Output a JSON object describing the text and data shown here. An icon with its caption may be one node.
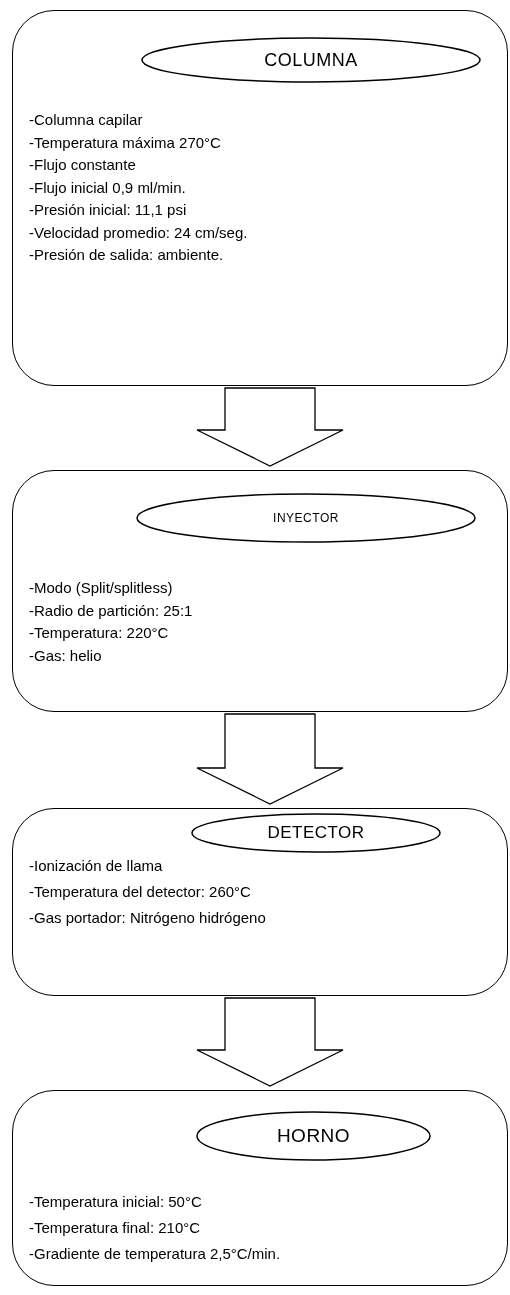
{
  "diagram": {
    "nodes": [
      {
        "text": [
          "-Columna capilar",
          "-Temperatura máxima 270°C",
          "-Flujo constante",
          "-Flujo inicial 0,9 ml/min.",
          "-Presión inicial: 11,1 psi",
          "-Velocidad promedio: 24 cm/seg.",
          "-Presión de salida: ambiente."
        ]
      },
      {
        "text": [
          "COLUMNA"
        ],
        "in": 0
      },
      {
        "text": [
          "-Modo (Split/splitless)",
          "-Radio de partición: 25:1",
          "-Temperatura: 220°C",
          "-Gas: helio"
        ]
      },
      {
        "text": [
          "INYECTOR"
        ],
        "in": 2
      },
      {
        "text": [
          "-Ionización de llama",
          "-Temperatura del detector: 260°C",
          "-Gas portador: Nitrógeno hidrógeno"
        ]
      },
      {
        "text": [
          "DETECTOR"
        ],
        "in": 4
      },
      {
        "text": [
          "-Temperatura inicial: 50°C",
          "-Temperatura final: 210°C",
          "-Gradiente de temperatura 2,5°C/min."
        ]
      },
      {
        "text": [
          "HORNO"
        ],
        "in": 6
      }
    ],
    "edges": [
      {
        "from": 0,
        "to": 2,
        "arrow": "to"
      },
      {
        "from": 2,
        "to": 4,
        "arrow": "to"
      },
      {
        "from": 4,
        "to": 6,
        "arrow": "to"
      }
    ]
  }
}
